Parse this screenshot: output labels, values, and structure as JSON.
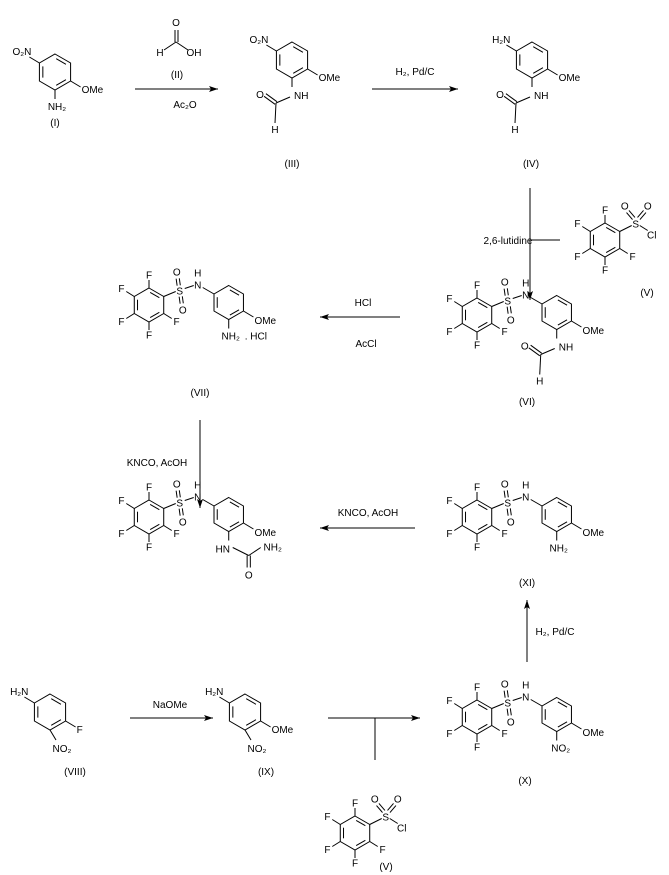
{
  "atoms": {
    "F": "F",
    "O": "O",
    "S": "S",
    "H": "H",
    "N": "N",
    "NH": "NH",
    "HN": "HN",
    "OMe": "OMe",
    "OH": "OH",
    "Cl": "Cl",
    "NH2": "NH₂",
    "H2N": "H₂N",
    "O2N": "O₂N",
    "NO2": "NO₂",
    "HCl_salt": ". HCl"
  },
  "compounds": {
    "I": "(I)",
    "II": "(II)",
    "III": "(III)",
    "IV": "(IV)",
    "V": "(V)",
    "VI": "(VI)",
    "VII": "(VII)",
    "VIII": "(VIII)",
    "IX": "(IX)",
    "X": "(X)",
    "XI": "(XI)"
  },
  "reagents": {
    "ac2o": "Ac₂O",
    "hydrogenation": "H₂, Pd/C",
    "lutidine": "2,6-lutidine",
    "hcl": "HCl",
    "accl": "AcCl",
    "kncoa": "KNCO, AcOH",
    "kncob": "KNCO, AcOH",
    "naome": "NaOMe",
    "hydrogenation2": "H₂, Pd/C"
  }
}
